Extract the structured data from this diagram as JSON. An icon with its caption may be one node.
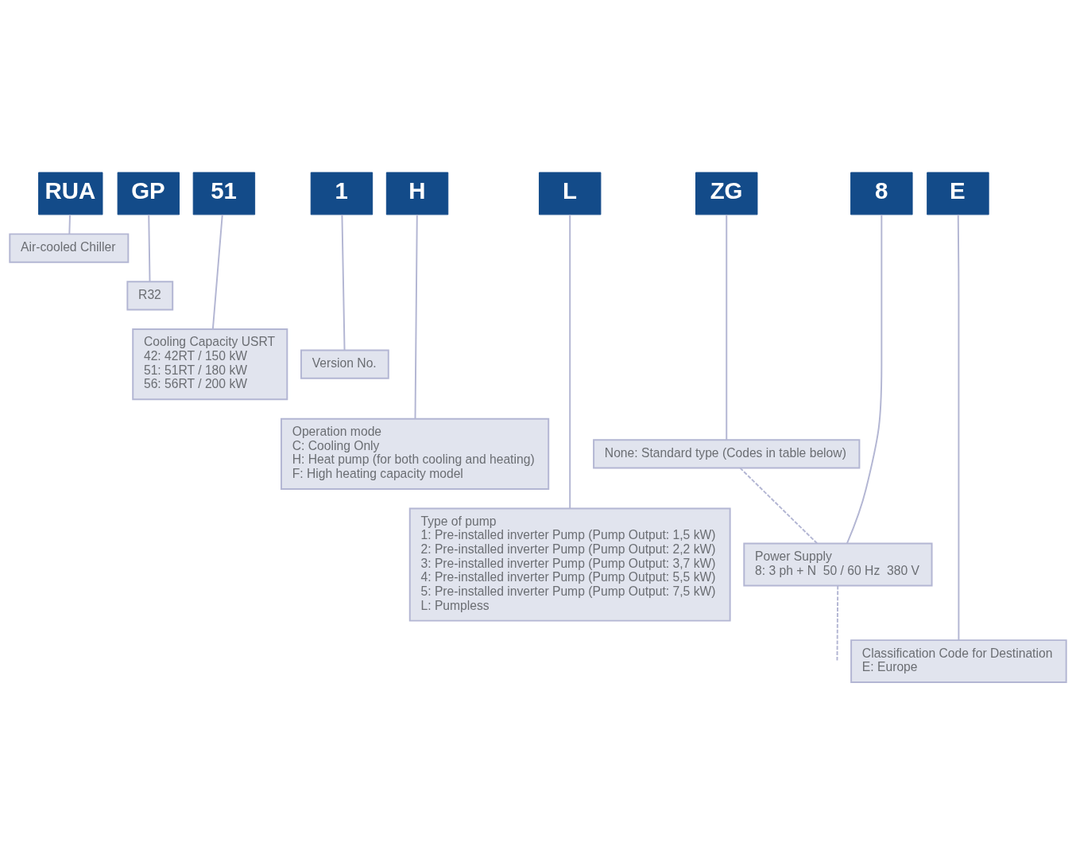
{
  "diagram": {
    "nodes": [
      {
        "text": [
          "RUA"
        ]
      },
      {
        "text": [
          "GP"
        ]
      },
      {
        "text": [
          "51"
        ]
      },
      {
        "text": [
          "1"
        ]
      },
      {
        "text": [
          "H"
        ]
      },
      {
        "text": [
          "L"
        ]
      },
      {
        "text": [
          "ZG"
        ]
      },
      {
        "text": [
          "8"
        ]
      },
      {
        "text": [
          "E"
        ]
      },
      {
        "text": [
          "Air-cooled Chiller"
        ]
      },
      {
        "text": [
          "R32"
        ]
      },
      {
        "text": [
          "Cooling Capacity USRT",
          "42: 42RT / 150 kW",
          "51: 51RT / 180 kW",
          "56: 56RT / 200 kW"
        ]
      },
      {
        "text": [
          "Version No."
        ]
      },
      {
        "text": [
          "Operation mode",
          "C: Cooling Only",
          "H: Heat pump (for both cooling and heating)",
          "F: High heating capacity model"
        ]
      },
      {
        "text": [
          "None: Standard type (Codes in table below)"
        ]
      },
      {
        "text": [
          "Type of pump",
          "1: Pre-installed inverter Pump (Pump Output: 1,5 kW)",
          "2: Pre-installed inverter Pump (Pump Output: 2,2 kW)",
          "3: Pre-installed inverter Pump (Pump Output: 3,7 kW)",
          "4: Pre-installed inverter Pump (Pump Output: 5,5 kW)",
          "5: Pre-installed inverter Pump (Pump Output: 7,5 kW)",
          "L: Pumpless"
        ]
      },
      {
        "text": [
          "Power Supply",
          "8: 3 ph + N  50 / 60 Hz  380 V"
        ]
      },
      {
        "text": [
          "Classification Code for Destination",
          "E: Europe"
        ]
      }
    ],
    "edges": [
      {
        "from": 0,
        "to": 9,
        "arrow": "none"
      },
      {
        "from": 1,
        "to": 10,
        "arrow": "none"
      },
      {
        "from": 2,
        "to": 11,
        "arrow": "none"
      },
      {
        "from": 3,
        "to": 12,
        "arrow": "none"
      },
      {
        "from": 4,
        "to": 13,
        "arrow": "none"
      },
      {
        "from": 5,
        "to": 15,
        "arrow": "none"
      },
      {
        "from": 6,
        "to": 14,
        "arrow": "none"
      },
      {
        "from": 7,
        "to": 16,
        "arrow": "none"
      },
      {
        "from": 8,
        "to": 17,
        "arrow": "none"
      },
      {
        "from": 14,
        "to": 16,
        "arrow": "none",
        "style": "dashed"
      },
      {
        "from": 16,
        "to": null,
        "arrow": "none",
        "style": "dashed"
      }
    ]
  }
}
